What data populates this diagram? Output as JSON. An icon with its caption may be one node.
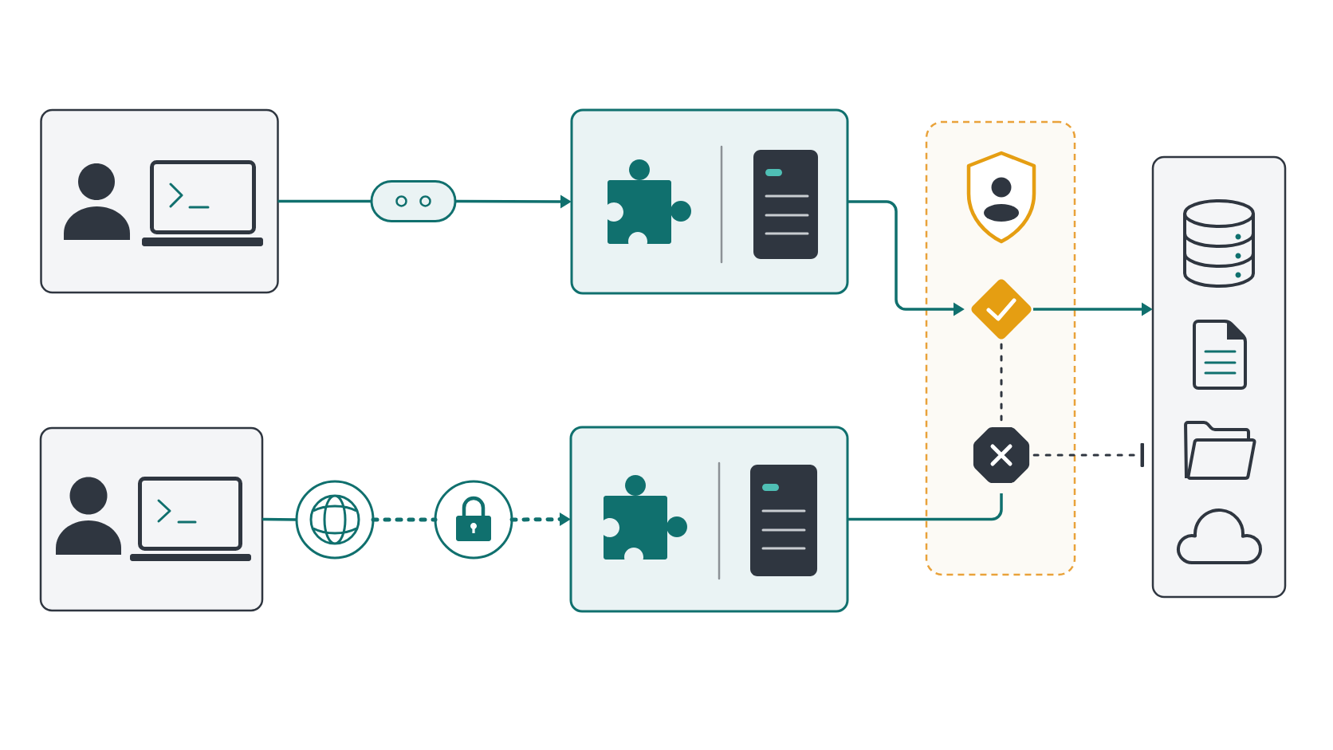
{
  "diagram": {
    "nodes": [
      {
        "text": [],
        "shape": "box"
      },
      {
        "text": [],
        "shape": "pill"
      },
      {
        "text": [],
        "shape": "box"
      },
      {
        "text": [],
        "shape": "box"
      },
      {
        "text": [],
        "shape": "diamond",
        "in": 3
      },
      {
        "text": [],
        "shape": "octagon",
        "in": 3
      },
      {
        "text": [],
        "shape": "box"
      },
      {
        "text": [],
        "shape": "box"
      },
      {
        "text": [],
        "shape": "circle"
      },
      {
        "text": [],
        "shape": "circle"
      },
      {
        "text": [],
        "shape": "box"
      }
    ],
    "edges": [
      {
        "from": 0,
        "to": 1,
        "arrow": "none"
      },
      {
        "from": 1,
        "to": 2,
        "arrow": "to"
      },
      {
        "from": 2,
        "to": 4,
        "arrow": "to"
      },
      {
        "from": 4,
        "to": 6,
        "arrow": "to"
      },
      {
        "from": 4,
        "to": 5,
        "arrow": "none",
        "style": "dashed",
        "color": "#2f3640"
      },
      {
        "from": 5,
        "to": 6,
        "arrow": "other",
        "style": "dashed",
        "color": "#2f3640"
      },
      {
        "from": 7,
        "to": 8,
        "arrow": "none"
      },
      {
        "from": 8,
        "to": 9,
        "arrow": "none",
        "style": "dashed"
      },
      {
        "from": 9,
        "to": 10,
        "arrow": "to",
        "style": "dashed"
      },
      {
        "from": 10,
        "to": 5,
        "arrow": "none"
      }
    ]
  }
}
